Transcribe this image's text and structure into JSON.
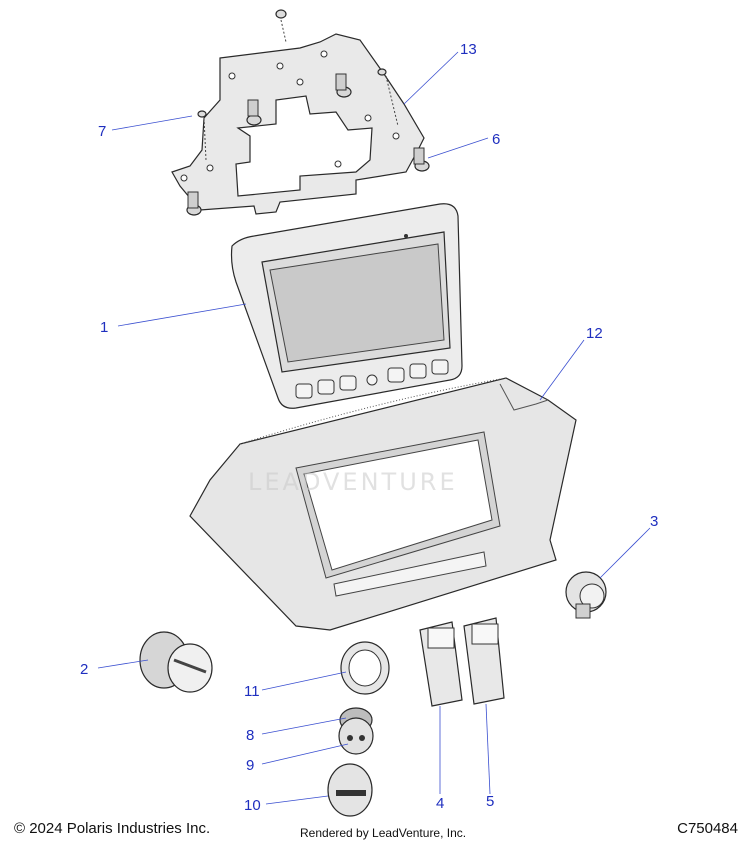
{
  "callouts": [
    {
      "id": "1",
      "label": "1"
    },
    {
      "id": "2",
      "label": "2"
    },
    {
      "id": "3",
      "label": "3"
    },
    {
      "id": "4",
      "label": "4"
    },
    {
      "id": "5",
      "label": "5"
    },
    {
      "id": "6",
      "label": "6"
    },
    {
      "id": "7",
      "label": "7"
    },
    {
      "id": "8",
      "label": "8"
    },
    {
      "id": "9",
      "label": "9"
    },
    {
      "id": "10",
      "label": "10"
    },
    {
      "id": "11",
      "label": "11"
    },
    {
      "id": "12",
      "label": "12"
    },
    {
      "id": "13",
      "label": "13"
    }
  ],
  "watermark": "LEADVENTURE",
  "footer": {
    "copyright": "© 2024 Polaris Industries Inc.",
    "rendered_by": "Rendered by LeadVenture, Inc.",
    "diagram_code": "C750484"
  },
  "colors": {
    "callout": "#1f2fbf",
    "part_fill": "#e6e6e6",
    "line": "#2a2a2a"
  }
}
